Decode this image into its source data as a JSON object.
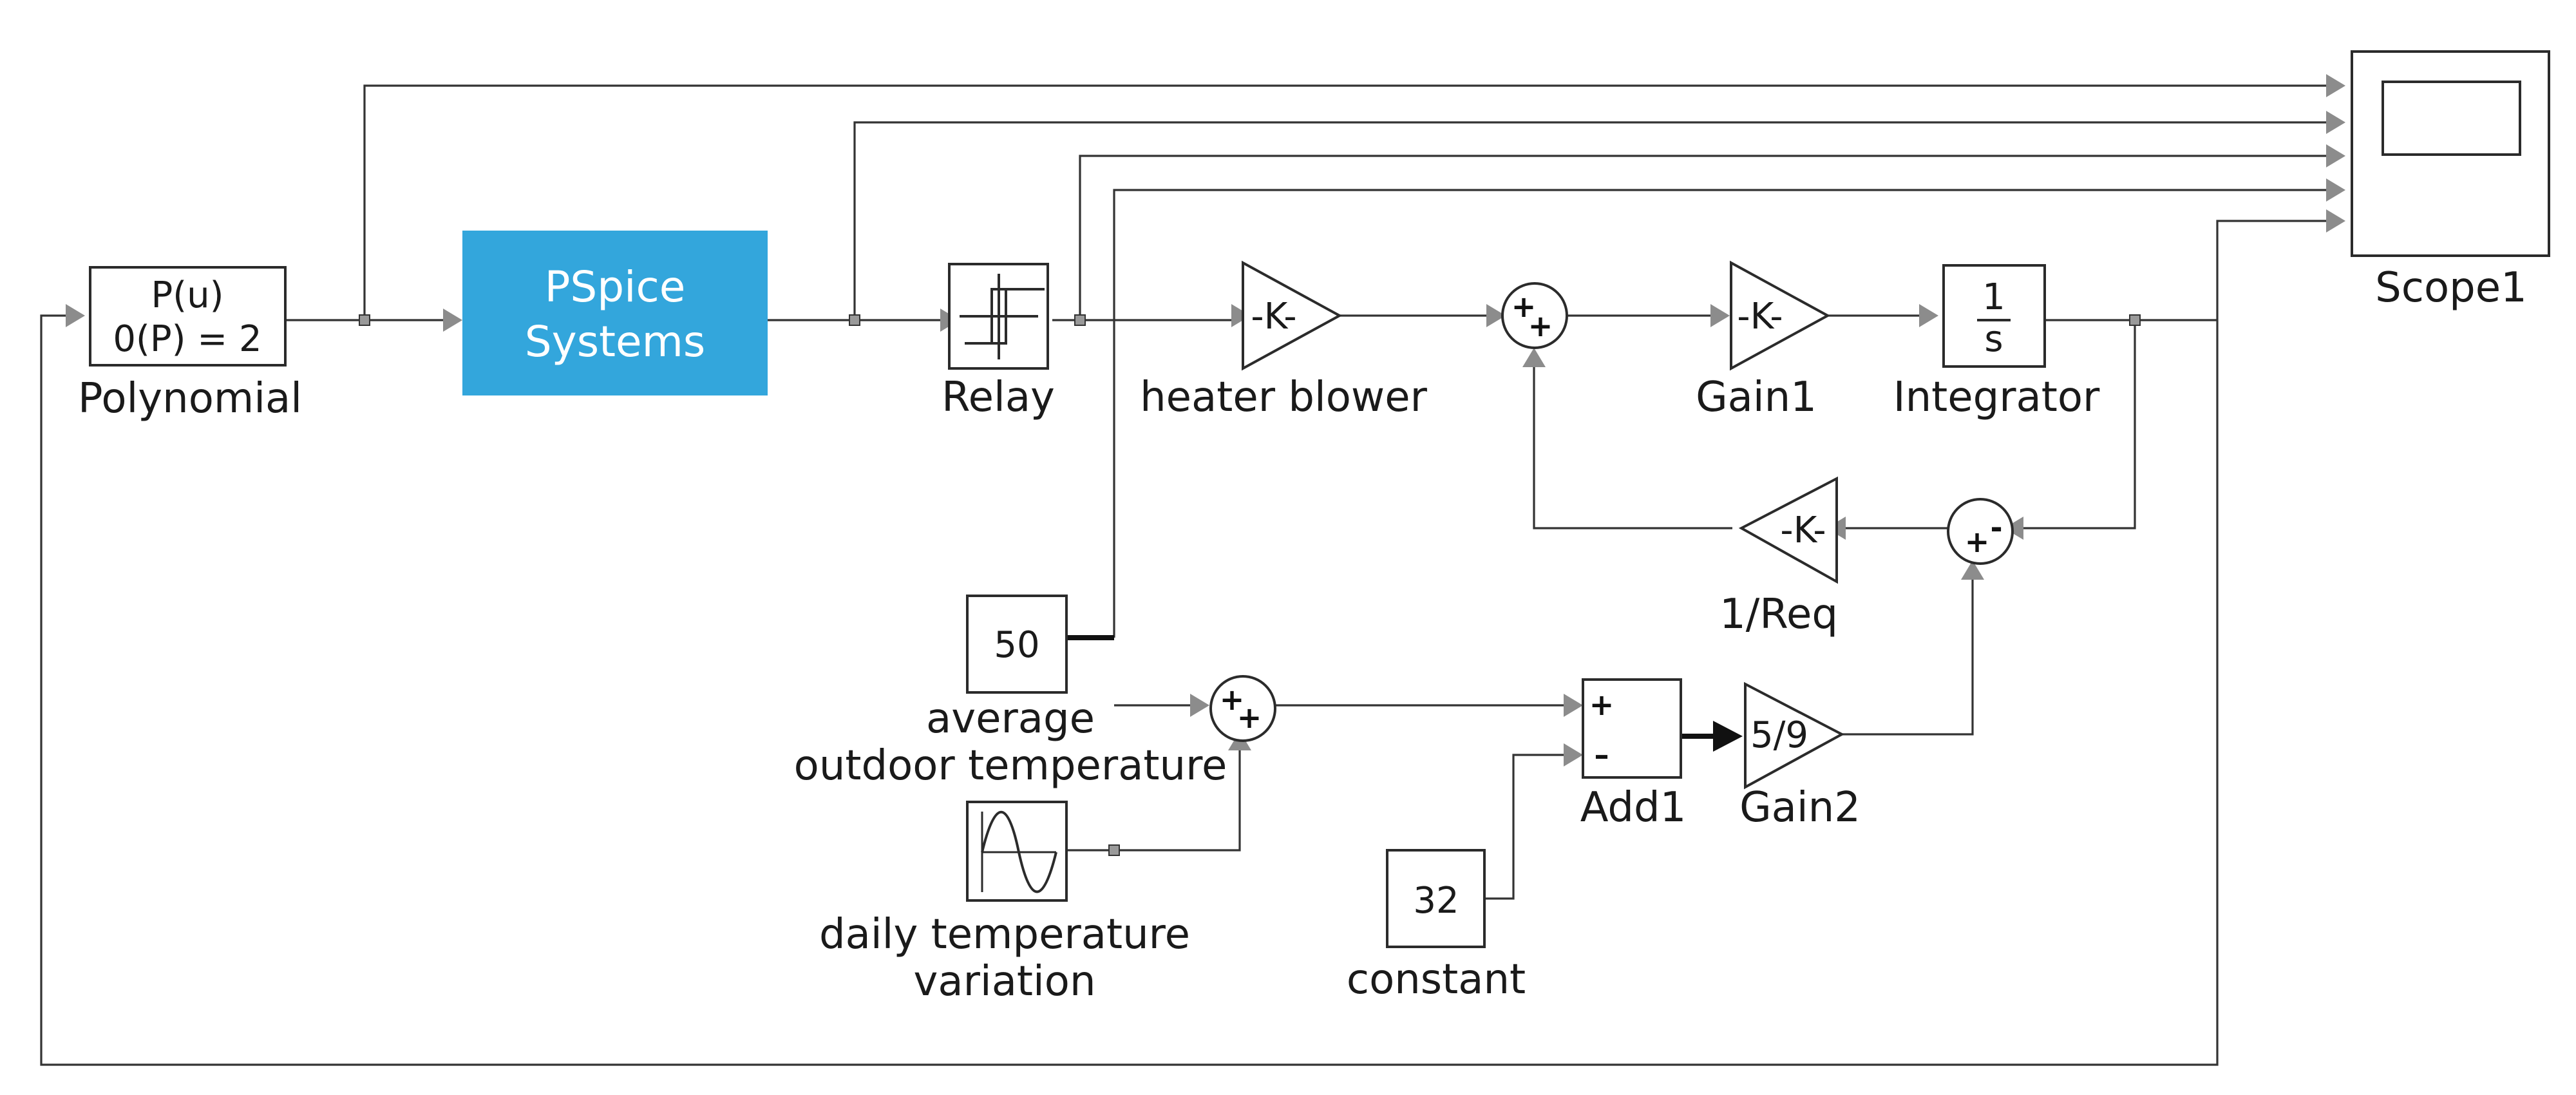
{
  "colors": {
    "pspice_fill": "#33A6DC",
    "wire": "#333333",
    "arrow": "#8C8C8C"
  },
  "blocks": {
    "polynomial": {
      "line1": "P(u)",
      "line2": "0(P) = 2",
      "label": "Polynomial"
    },
    "pspice": {
      "line1": "PSpice",
      "line2": "Systems"
    },
    "relay": {
      "label": "Relay"
    },
    "heater_blower": {
      "gain": "-K-",
      "label": "heater blower"
    },
    "gain1": {
      "gain": "-K-",
      "label": "Gain1"
    },
    "integrator": {
      "num": "1",
      "den": "s",
      "label": "Integrator"
    },
    "scope": {
      "label": "Scope1"
    },
    "req": {
      "gain": "-K-",
      "label": "1/Req"
    },
    "avg_temp": {
      "value": "50",
      "label_line1": "average",
      "label_line2": "outdoor temperature"
    },
    "daily_var": {
      "label_line1": "daily temperature",
      "label_line2": "variation"
    },
    "constant": {
      "value": "32",
      "label": "constant"
    },
    "add1": {
      "plus": "+",
      "minus": "–",
      "label": "Add1"
    },
    "gain2": {
      "gain": "5/9",
      "label": "Gain2"
    }
  },
  "sum_signs": {
    "sum_top": {
      "a": "+",
      "b": "+"
    },
    "sum_fb": {
      "a": "+",
      "b": "-"
    },
    "sum_bottom": {
      "a": "+",
      "b": "+"
    }
  }
}
